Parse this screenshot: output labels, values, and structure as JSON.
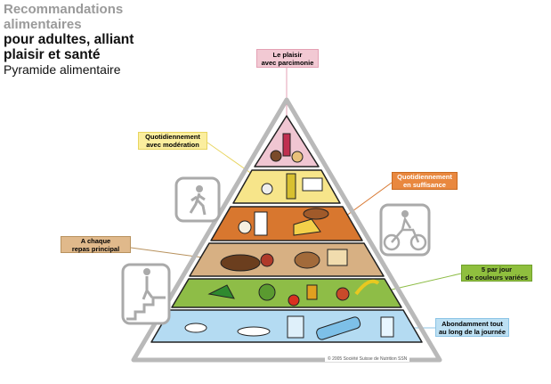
{
  "header": {
    "line1": "Recommandations",
    "line2": "alimentaires",
    "line3": "pour adultes, alliant",
    "line4": "plaisir et santé",
    "line5": "Pyramide alimentaire"
  },
  "levels": [
    {
      "label_1": "Le plaisir",
      "label_2": "avec parcimonie",
      "color": "#f2c9d3",
      "fill": "#f0c6d2"
    },
    {
      "label_1": "Quotidiennement",
      "label_2": "avec modération",
      "color": "#fbee9e",
      "fill": "#f7e58a"
    },
    {
      "label_1": "Quotidiennement",
      "label_2": "en suffisance",
      "color": "#e9883f",
      "fill": "#d8772f"
    },
    {
      "label_1": "A chaque",
      "label_2": "repas principal",
      "color": "#e0b98b",
      "fill": "#d7b083"
    },
    {
      "label_1": "5 par jour",
      "label_2": "de couleurs variées",
      "color": "#8fbf3e",
      "fill": "#8ebd47"
    },
    {
      "label_1": "Abondamment tout",
      "label_2": "au long de la journée",
      "color": "#bde0f3",
      "fill": "#b4dbf2"
    }
  ],
  "footer": {
    "copyright": "© 2005 Société Suisse de Nutrition SSN"
  },
  "icons": [
    "stairs-person-icon",
    "walking-person-icon",
    "bicycle-icon"
  ]
}
